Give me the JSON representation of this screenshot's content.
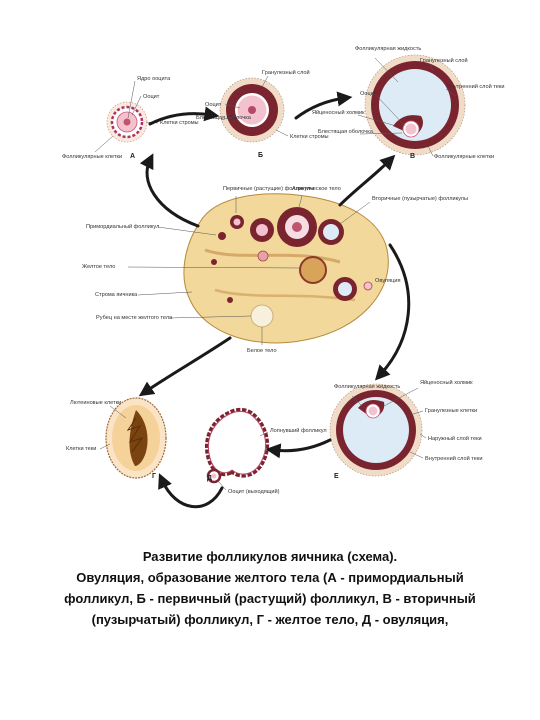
{
  "labels": {
    "a_oocyte_nucleus": "Ядро ооцита",
    "a_oocyte": "Ооцит",
    "a_cells": "Клетки стромы",
    "a_follicular": "Фолликулярные клетки",
    "a_letter": "А",
    "b_granulosa": "Гранулезный слой",
    "b_oocyte": "Ооцит",
    "b_pellucida": "Блестящая оболочка",
    "b_stroma": "Клетки стромы",
    "b_letter": "Б",
    "v_fluid": "Фолликулярная жидкость",
    "v_granular": "Гранулезный слой",
    "v_oocyte": "Ооцит",
    "v_mound": "Яйценосный холмик",
    "v_theca": "Внутренний слой теки",
    "v_pellucida": "Блестящая оболочка",
    "v_follicular": "Фолликулярные клетки",
    "v_letter": "В",
    "c_primary": "Первичные (растущие) фолликулы",
    "c_atretic": "Атретическое тело",
    "c_secondary": "Вторичные (пузырчатые) фолликулы",
    "c_primordial": "Примордиальный фолликул",
    "c_yellow": "Желтое тело",
    "c_stroma": "Строма яичника",
    "c_white": "Белое тело",
    "c_scar": "Рубец на месте желтого тела",
    "c_ovulation": "Овуляция",
    "g_lutein": "Лютеиновые клетки",
    "g_theca": "Клетки теки",
    "g_letter": "Г",
    "d_ruptured": "Лопнувший фолликул",
    "d_oocyte": "Ооцит (выходящий)",
    "d_letter": "Д",
    "e_follicular": "Фолликулярная жидкость",
    "e_mound": "Яйценосный холмик",
    "e_granulosa": "Гранулезные клетки",
    "e_outer": "Наружный слой теки",
    "e_inner": "Внутренний слой теки",
    "e_letter": "Е"
  },
  "caption": {
    "line1": "Развитие фолликулов яичника (схема).",
    "line2": "Овуляция, образование желтого тела (А - примордиальный",
    "line3": "фолликул, Б - первичный (растущий) фолликул, В - вторичный",
    "line4": "(пузырчатый) фолликул, Г - желтое тело, Д - овуляция,"
  },
  "colors": {
    "ovary": "#f2d89a",
    "follicle": "#7a2430",
    "oocyte": "#f4c1cf",
    "antrum": "#dcebf6",
    "yellow_body": "#d9a35a"
  }
}
